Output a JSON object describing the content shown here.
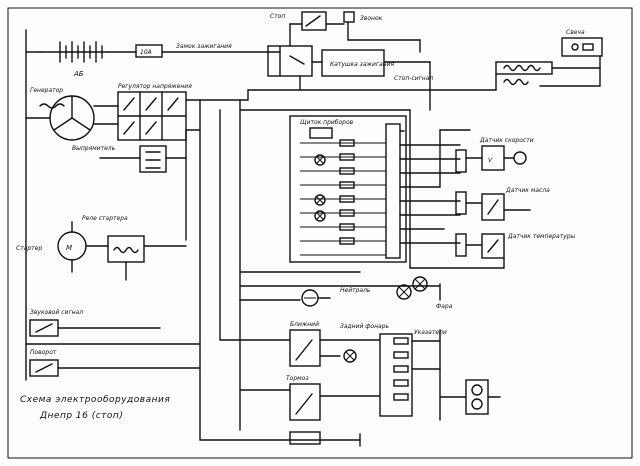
{
  "caption": {
    "line1": "Схема электрооборудования",
    "line2": "Днепр 16 (стоп)"
  },
  "labels": {
    "battery": "АБ",
    "fuse": "10А",
    "starter_relay_top": "Стоп",
    "beep": "Звонок",
    "stop_switch": "Стоп-сигнал",
    "ignition_lock": "Замок зажигания",
    "ignition_coil": "Катушка зажигания",
    "generator": "Генератор",
    "regulator": "Регулятор напряжения",
    "rectifier": "Выпрямитель",
    "starter": "Стартер",
    "starter_relay": "Реле стартера",
    "instrument_panel": "Щиток приборов",
    "speed_sensor": "Датчик скорости",
    "oil_sensor": "Датчик масла",
    "temp_sensor": "Датчик температуры",
    "neutral": "Нейтраль",
    "horn": "Звуковой сигнал",
    "turn_switch": "Поворот",
    "front_light": "Фара",
    "rear_light": "Задний фонарь",
    "turn_signals": "Указатели",
    "brake": "Тормоз",
    "dimmer": "Ближний",
    "sparkplug_box": "Свеча"
  }
}
